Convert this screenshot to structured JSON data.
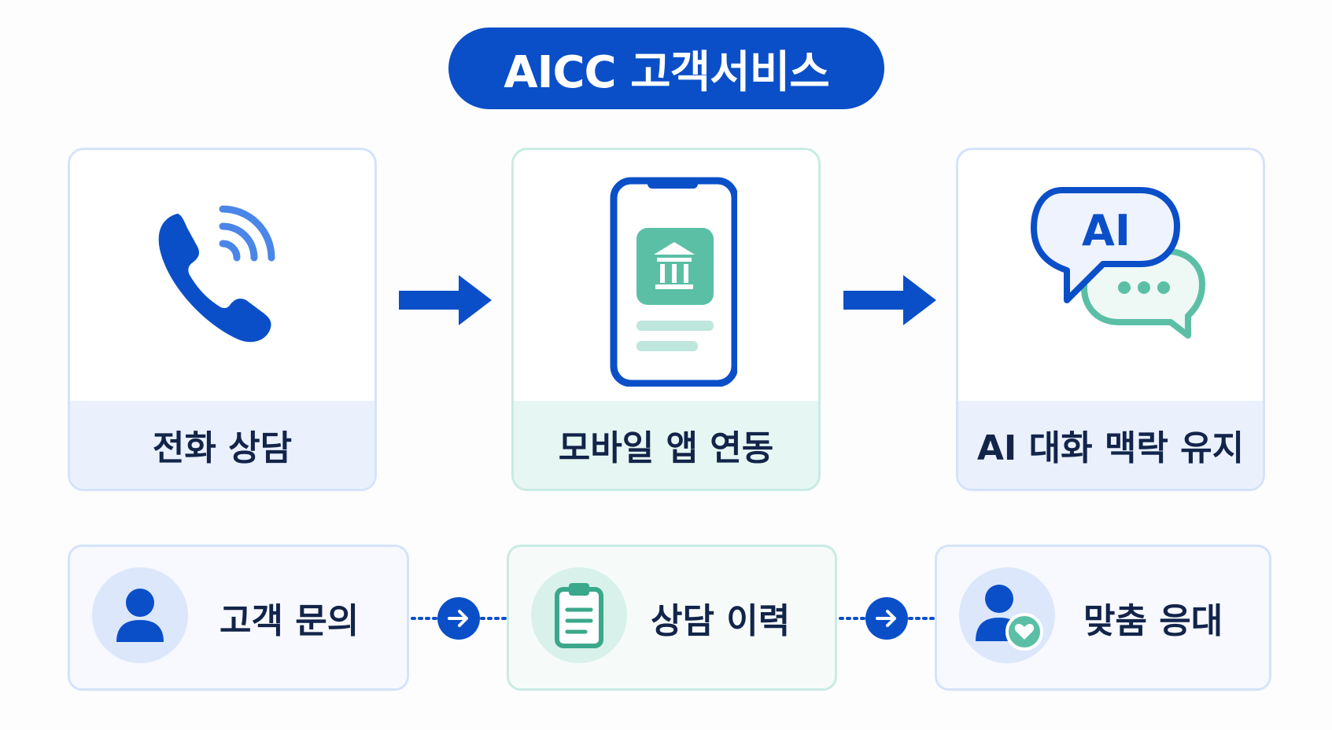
{
  "title": "AICC 고객서비스",
  "top_steps": [
    {
      "label": "전화 상담",
      "icon": "phone-icon"
    },
    {
      "label": "모바일 앱 연동",
      "icon": "mobile-bank-app-icon"
    },
    {
      "label": "AI 대화 맥락 유지",
      "icon": "ai-chat-icon",
      "icon_text": "AI"
    }
  ],
  "bottom_steps": [
    {
      "label": "고객 문의",
      "icon": "user-icon"
    },
    {
      "label": "상담 이력",
      "icon": "clipboard-icon"
    },
    {
      "label": "맞춤 응대",
      "icon": "user-heart-icon"
    }
  ],
  "colors": {
    "primary": "#0a4fc8",
    "accent_blue": "#4a86e8",
    "teal": "#5bbfa5",
    "text": "#13244a"
  }
}
